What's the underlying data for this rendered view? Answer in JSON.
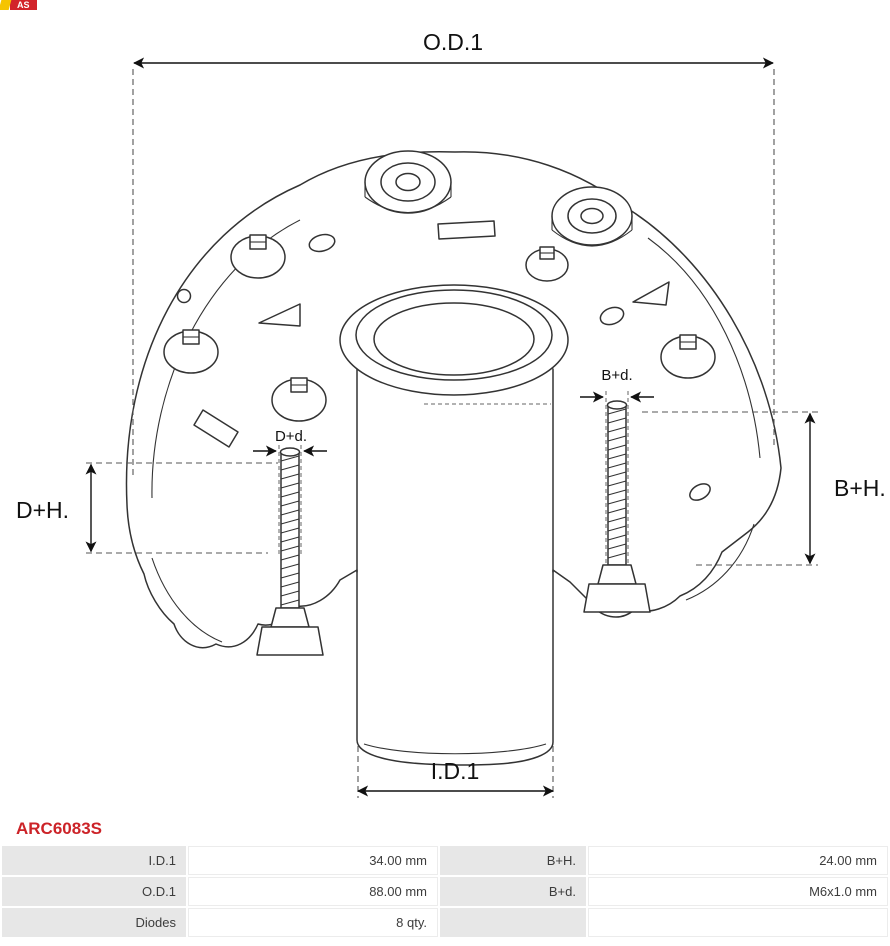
{
  "brand": {
    "logo_text": "AS"
  },
  "part_number": "ARC6083S",
  "diagram": {
    "labels": {
      "od1": "O.D.1",
      "id1": "I.D.1",
      "dh": "D+H.",
      "bh": "B+H.",
      "dd": "D+d.",
      "bd": "B+d."
    }
  },
  "table": {
    "rows": [
      {
        "label1": "I.D.1",
        "value1": "34.00 mm",
        "label2": "B+H.",
        "value2": "24.00 mm"
      },
      {
        "label1": "O.D.1",
        "value1": "88.00 mm",
        "label2": "B+d.",
        "value2": "M6x1.0 mm"
      },
      {
        "label1": "Diodes",
        "value1": "8 qty.",
        "label2": "",
        "value2": ""
      }
    ]
  },
  "colors": {
    "accent_red": "#cc2328",
    "table_label_bg": "#e7e7e7",
    "line": "#333333"
  }
}
